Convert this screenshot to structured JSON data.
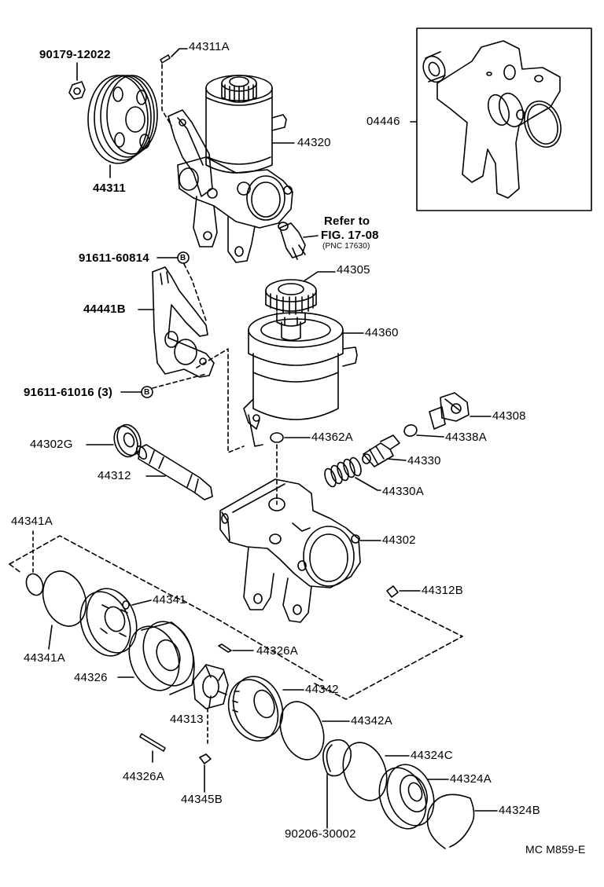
{
  "labels": {
    "p90179": "90179-12022",
    "p44311A": "44311A",
    "p44320": "44320",
    "p44311": "44311",
    "p04446": "04446",
    "ref_line1": "Refer to",
    "ref_line2": "FIG. 17-08",
    "ref_line3": "(PNC 17630)",
    "p91611_60814": "91611-60814",
    "b1": "B",
    "p44305": "44305",
    "p44441B": "44441B",
    "p44360": "44360",
    "p91611_61016": "91611-61016 (3)",
    "b2": "B",
    "p44308": "44308",
    "p44302G": "44302G",
    "p44362A": "44362A",
    "p44338A": "44338A",
    "p44330": "44330",
    "p44312": "44312",
    "p44330A": "44330A",
    "p44341A_top": "44341A",
    "p44302": "44302",
    "p44341": "44341",
    "p44312B": "44312B",
    "p44341A_bot": "44341A",
    "p44326A_mid": "44326A",
    "p44326": "44326",
    "p44342": "44342",
    "p44313": "44313",
    "p44342A": "44342A",
    "p44324C": "44324C",
    "p44326A_bot": "44326A",
    "p44324A": "44324A",
    "p44345B": "44345B",
    "p44324B": "44324B",
    "p90206": "90206-30002",
    "code": "MC M859-E"
  }
}
